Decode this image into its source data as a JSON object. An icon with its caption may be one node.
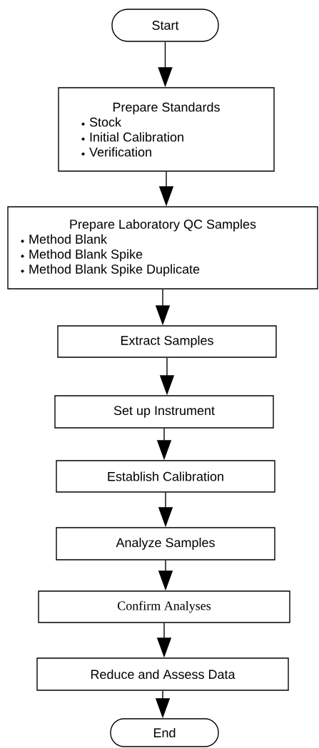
{
  "diagram": {
    "nodes": [
      {
        "text": [
          "Start"
        ]
      },
      {
        "text": [
          "Prepare Standards",
          "Stock",
          "Initial Calibration",
          "Verification"
        ]
      },
      {
        "text": [
          "Prepare Laboratory QC Samples",
          "Method Blank",
          "Method Blank Spike",
          "Method Blank Spike Duplicate"
        ]
      },
      {
        "text": [
          "Extract Samples"
        ]
      },
      {
        "text": [
          "Set up Instrument"
        ]
      },
      {
        "text": [
          "Establish Calibration"
        ]
      },
      {
        "text": [
          "Analyze Samples"
        ]
      },
      {
        "text": [
          "Confirm Analyses"
        ]
      },
      {
        "text": [
          "Reduce and Assess Data"
        ]
      },
      {
        "text": [
          "End"
        ]
      }
    ],
    "edges": [
      {
        "from": 0,
        "to": 1,
        "arrow": "to"
      },
      {
        "from": 1,
        "to": 2,
        "arrow": "to"
      },
      {
        "from": 2,
        "to": 3,
        "arrow": "to"
      },
      {
        "from": 3,
        "to": 4,
        "arrow": "to"
      },
      {
        "from": 4,
        "to": 5,
        "arrow": "to"
      },
      {
        "from": 5,
        "to": 6,
        "arrow": "to"
      },
      {
        "from": 6,
        "to": 7,
        "arrow": "to"
      },
      {
        "from": 7,
        "to": 8,
        "arrow": "to"
      },
      {
        "from": 8,
        "to": 9,
        "arrow": "to"
      }
    ]
  }
}
